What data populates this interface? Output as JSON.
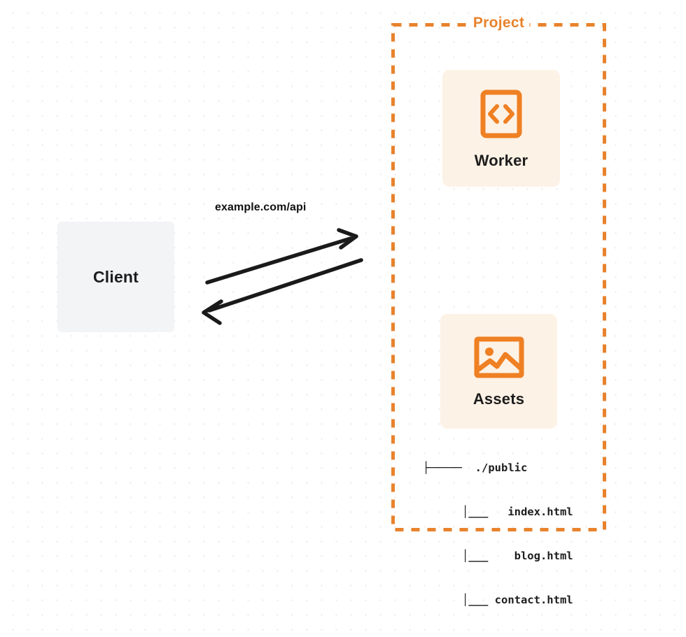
{
  "diagram": {
    "type": "architecture-flow",
    "background": "dot-grid",
    "colors": {
      "accent": "#e8822c",
      "card_fill": "#fdf2e6",
      "client_fill": "#f3f4f6",
      "text": "#1d1d1d",
      "arrow": "#1a1a1a",
      "grid_dot": "#e9e9e9"
    }
  },
  "client": {
    "label": "Client"
  },
  "connection": {
    "label": "example.com/api",
    "request_direction": "client-to-project",
    "response_direction": "project-to-client"
  },
  "project": {
    "title": "Project",
    "services": [
      {
        "id": "worker",
        "label": "Worker",
        "icon": "code-brackets-icon"
      },
      {
        "id": "assets",
        "label": "Assets",
        "icon": "image-picture-icon"
      }
    ],
    "assets_tree": [
      "├─────  ./public",
      "      │___   index.html",
      "      │___    blog.html",
      "      │___ contact.html"
    ]
  }
}
